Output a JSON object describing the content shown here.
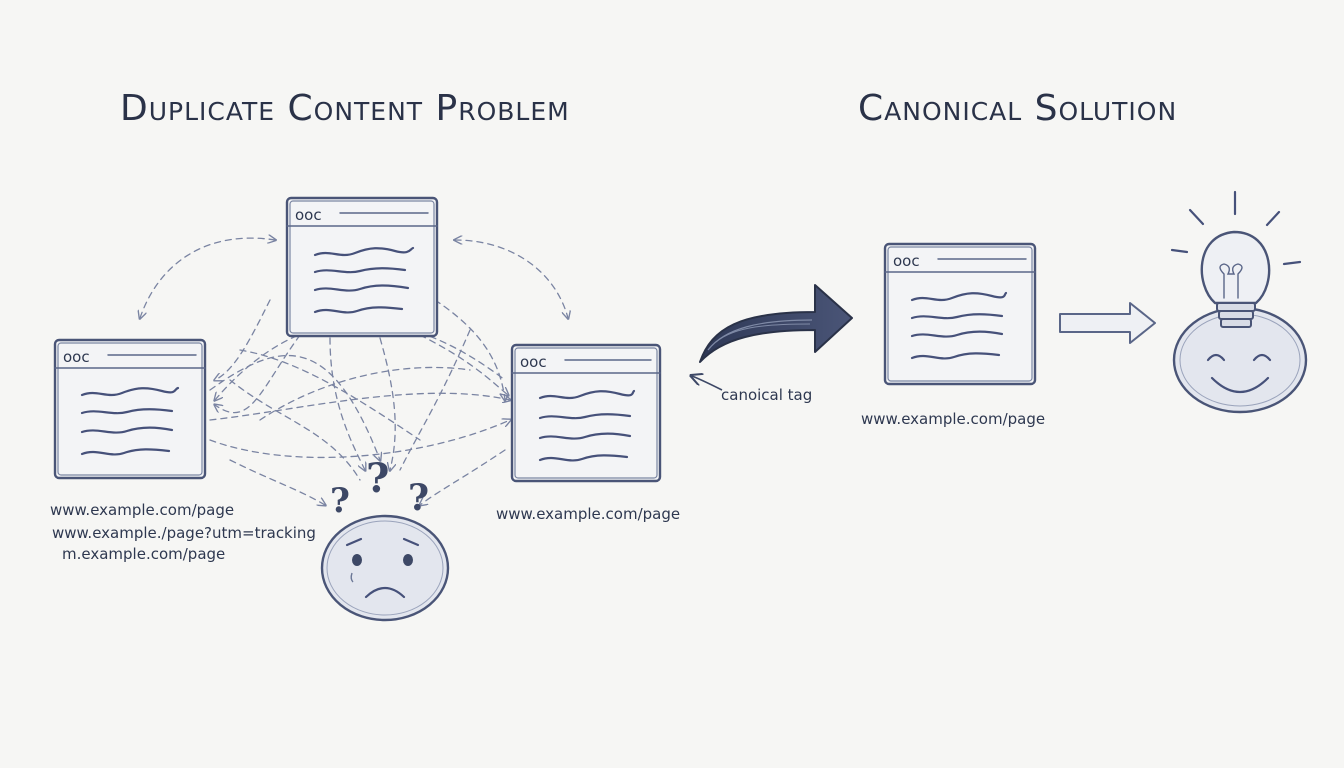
{
  "left_title": "Duplicate Content Problem",
  "right_title": "Canonical Solution",
  "window_dots": "ooc",
  "urls_left": [
    "www.example.com/page",
    "www.example./page?utm=tracking",
    "m.example.com/page"
  ],
  "url_right_dup": "www.example.com/page",
  "canonical_label": "canoical tag",
  "canonical_url": "www.example.com/page",
  "question_marks": [
    "?",
    "?",
    "?"
  ],
  "icons": [
    "browser-window-icon",
    "confused-face-icon",
    "curved-arrow-icon",
    "right-arrow-icon",
    "lightbulb-icon",
    "happy-face-icon"
  ]
}
